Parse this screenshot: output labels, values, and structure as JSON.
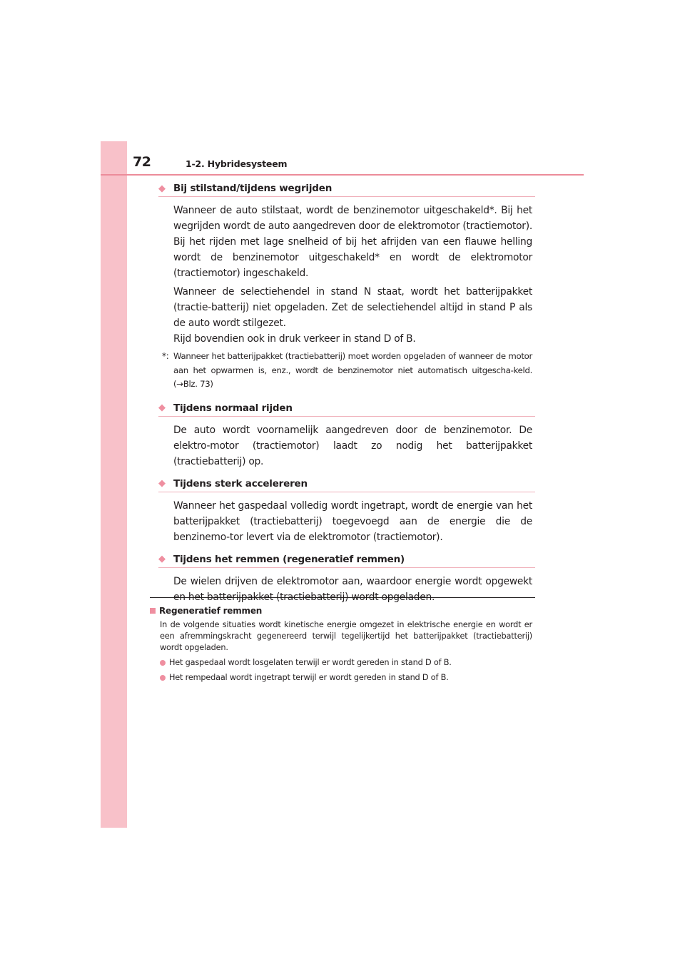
{
  "header": {
    "page_number": "72",
    "section": "1-2. Hybridesysteem"
  },
  "colors": {
    "accent_pink": "#ef8fa0",
    "sidebar_pink": "#f8c1c9",
    "header_rule": "#ec8c9a",
    "text": "#231f20"
  },
  "sections": [
    {
      "title": "Bij stilstand/tijdens wegrijden",
      "paragraphs": [
        "Wanneer de auto stilstaat, wordt de benzinemotor uitgeschakeld*. Bij het wegrijden wordt de auto aangedreven door de elektromotor (tractiemotor). Bij het rijden met lage snelheid of bij het afrijden van een flauwe helling wordt de benzinemotor uitgeschakeld* en wordt de elektromotor (tractiemotor) ingeschakeld.",
        "Wanneer de selectiehendel in stand N staat, wordt het batterijpakket (tractie-batterij) niet opgeladen. Zet de selectiehendel altijd in stand P als de auto wordt stilgezet.",
        "Rijd bovendien ook in druk verkeer in stand D of B."
      ],
      "footnote_mark": "*:",
      "footnote": "Wanneer het batterijpakket (tractiebatterij) moet worden opgeladen of wanneer de motor aan het opwarmen is, enz., wordt de benzinemotor niet automatisch uitgescha-keld. (→Blz. 73)"
    },
    {
      "title": "Tijdens normaal rijden",
      "paragraphs": [
        "De auto wordt voornamelijk aangedreven door de benzinemotor. De elektro-motor (tractiemotor) laadt zo nodig het batterijpakket (tractiebatterij) op."
      ]
    },
    {
      "title": "Tijdens sterk accelereren",
      "paragraphs": [
        "Wanneer het gaspedaal volledig wordt ingetrapt, wordt de energie van het batterijpakket (tractiebatterij) toegevoegd aan de energie die de benzinemo-tor levert via de elektromotor (tractiemotor)."
      ]
    },
    {
      "title": "Tijdens het remmen (regeneratief remmen)",
      "paragraphs": [
        "De wielen drijven de elektromotor aan, waardoor energie wordt opgewekt en het batterijpakket (tractiebatterij) wordt opgeladen."
      ]
    }
  ],
  "note": {
    "title": "Regeneratief remmen",
    "body": "In de volgende situaties wordt kinetische energie omgezet in elektrische energie en wordt er een afremmingskracht gegenereerd terwijl tegelijkertijd het batterijpakket (tractiebatterij) wordt opgeladen.",
    "bullets": [
      "Het gaspedaal wordt losgelaten terwijl er wordt gereden in stand D of B.",
      "Het rempedaal wordt ingetrapt terwijl er wordt gereden in stand D of B."
    ]
  }
}
